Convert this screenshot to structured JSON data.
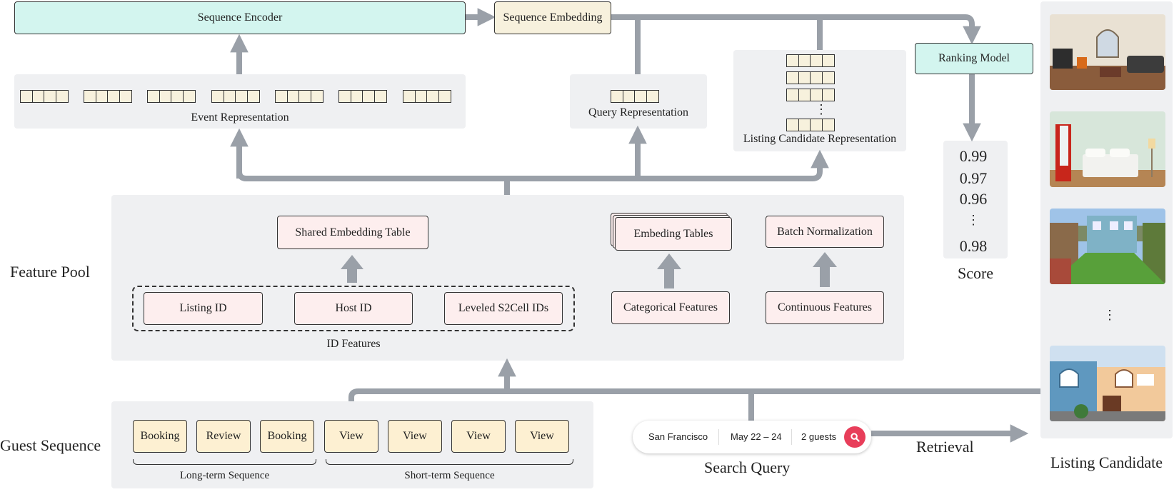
{
  "nodes": {
    "sequence_encoder": "Sequence Encoder",
    "sequence_embedding": "Sequence Embedding",
    "ranking_model": "Ranking Model",
    "shared_embedding_table": "Shared Embedding Table",
    "embedding_tables": "Embeding Tables",
    "batch_normalization": "Batch Normalization",
    "listing_id": "Listing ID",
    "host_id": "Host ID",
    "leveled_s2cell_ids": "Leveled S2Cell IDs",
    "categorical_features": "Categorical Features",
    "continuous_features": "Continuous Features"
  },
  "labels": {
    "event_representation": "Event Representation",
    "query_representation": "Query Representation",
    "listing_candidate_representation": "Listing Candidate Representation",
    "id_features": "ID Features",
    "feature_pool": "Feature Pool",
    "guest_sequence": "Guest Sequence",
    "long_term_sequence": "Long-term Sequence",
    "short_term_sequence": "Short-term Sequence",
    "search_query": "Search Query",
    "retrieval": "Retrieval",
    "listing_candidate": "Listing Candidate",
    "score": "Score"
  },
  "guest_sequence_events": [
    "Booking",
    "Review",
    "Booking",
    "View",
    "View",
    "View",
    "View"
  ],
  "search_bar": {
    "location": "San Francisco",
    "dates": "May 22 – 24",
    "guests": "2 guests",
    "button_icon": "search-icon"
  },
  "scores": {
    "first": "0.99",
    "second": "0.97",
    "third": "0.96",
    "ellipsis": "⋮",
    "last": "0.98"
  },
  "listing_images": [
    "living-room-photo",
    "bedroom-photo",
    "backyard-photo",
    "house-exterior-photo"
  ],
  "colors": {
    "arrow": "#9aa0a8",
    "panel": "#eff0f2",
    "teal_node": "#d3f5ef",
    "cream_node": "#f7f1dd",
    "pink_node": "#fdeeee",
    "yellow_node": "#fdf0d2",
    "search_button": "#e83e5a"
  }
}
